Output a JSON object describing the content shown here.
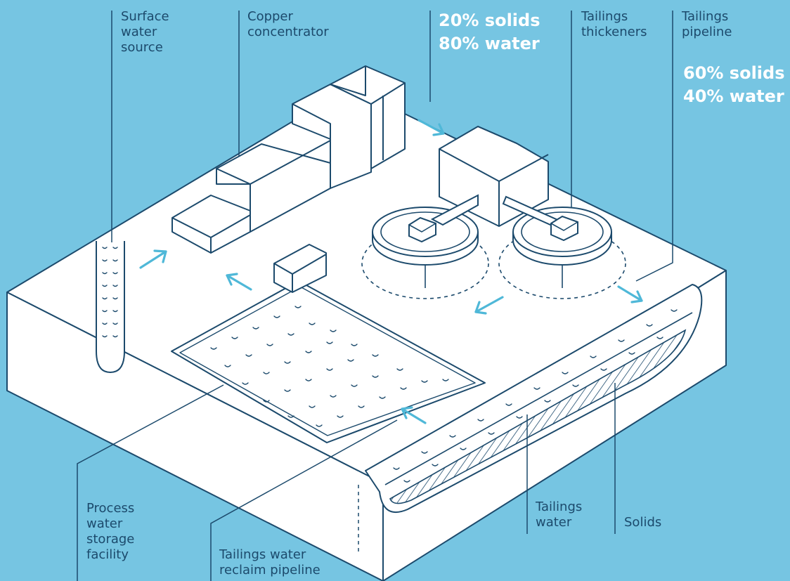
{
  "diagram": {
    "colors": {
      "background": "#76c5e2",
      "outline": "#1c4a6c",
      "fill": "#ffffff",
      "arrow": "#4fb8d8",
      "label": "#1c4a6c",
      "highlight_text": "#ffffff"
    },
    "labels": {
      "surface_water_source": "Surface\nwater\nsource",
      "copper_concentrator": "Copper\nconcentrator",
      "tailings_thickeners": "Tailings\nthickeners",
      "tailings_pipeline": "Tailings\npipeline",
      "process_water_storage": "Process\nwater\nstorage\nfacility",
      "reclaim_pipeline": "Tailings water\nreclaim pipeline",
      "tailings_water": "Tailings\nwater",
      "solids": "Solids"
    },
    "concentrate_mix": {
      "solids": "20% solids",
      "water": "80% water"
    },
    "pipeline_mix": {
      "solids": "60% solids",
      "water": "40% water"
    },
    "flow_arrows": [
      "arrow-up-right",
      "arrow-down-right",
      "arrow-up-left",
      "arrow-down-left",
      "arrow-down-right",
      "arrow-up-left"
    ]
  }
}
